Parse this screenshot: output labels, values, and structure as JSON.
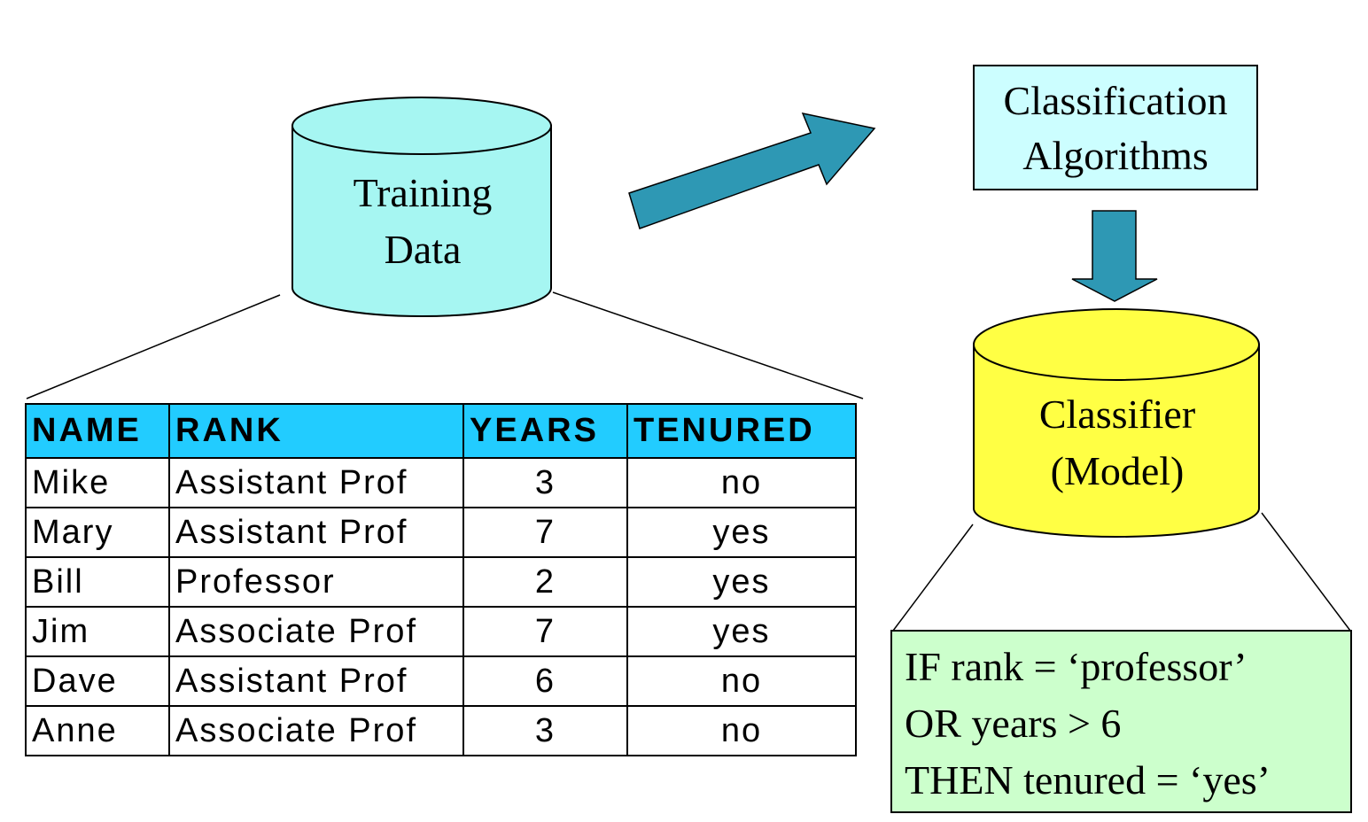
{
  "training_data": {
    "line1": "Training",
    "line2": "Data"
  },
  "algorithms": {
    "line1": "Classification",
    "line2": "Algorithms"
  },
  "classifier": {
    "line1": "Classifier",
    "line2": "(Model)"
  },
  "rule": {
    "line1": "IF rank = ‘professor’",
    "line2": "OR years > 6",
    "line3": "THEN tenured = ‘yes’"
  },
  "table": {
    "headers": [
      "NAME",
      "RANK",
      "YEARS",
      "TENURED"
    ],
    "rows": [
      [
        "Mike",
        "Assistant Prof",
        "3",
        "no"
      ],
      [
        "Mary",
        "Assistant Prof",
        "7",
        "yes"
      ],
      [
        "Bill",
        "Professor",
        "2",
        "yes"
      ],
      [
        "Jim",
        "Associate Prof",
        "7",
        "yes"
      ],
      [
        "Dave",
        "Assistant Prof",
        "6",
        "no"
      ],
      [
        "Anne",
        "Associate Prof",
        "3",
        "no"
      ]
    ]
  },
  "colors": {
    "training_cylinder": "#a6f6f2",
    "classifier_cylinder": "#ffff44",
    "algorithms_box": "#ccfeff",
    "rule_box": "#ccffcc",
    "table_header": "#22ccff",
    "arrow": "#2e98b4"
  }
}
